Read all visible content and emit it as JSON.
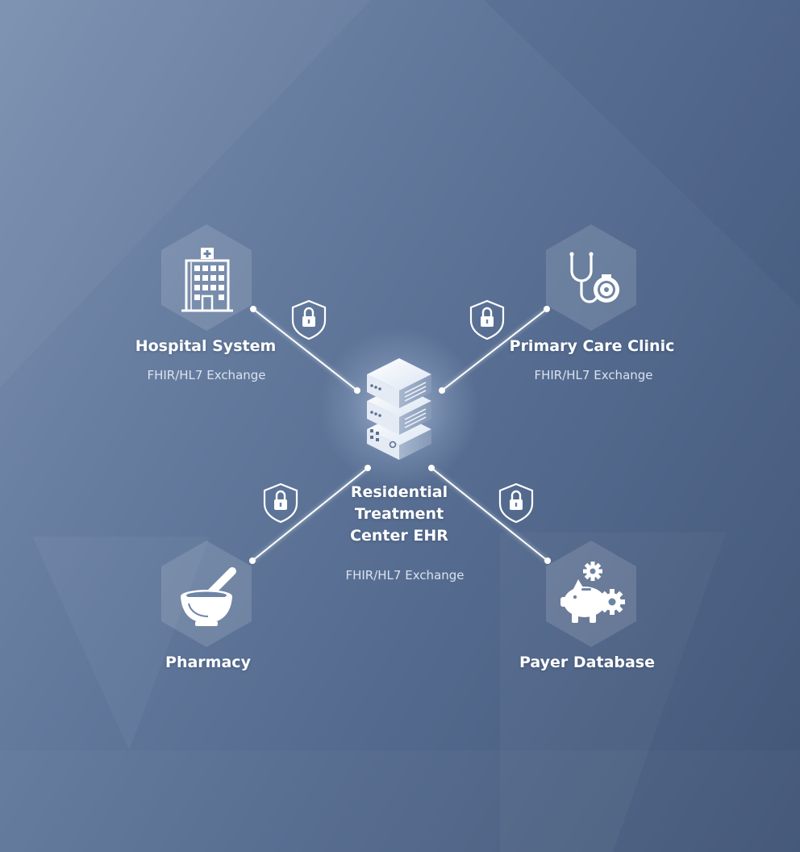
{
  "diagram": {
    "center": {
      "title_lines": [
        "Residential",
        "Treatment",
        "Center EHR"
      ],
      "exchange_label": "FHIR/HL7 Exchange",
      "icon": "server-stack-icon"
    },
    "nodes": [
      {
        "id": "hospital",
        "title": "Hospital System",
        "exchange_label": "FHIR/HL7 Exchange",
        "icon": "hospital-building-icon"
      },
      {
        "id": "clinic",
        "title": "Primary Care Clinic",
        "exchange_label": "FHIR/HL7 Exchange",
        "icon": "stethoscope-icon"
      },
      {
        "id": "pharmacy",
        "title": "Pharmacy",
        "icon": "mortar-pestle-icon"
      },
      {
        "id": "payer",
        "title": "Payer Database",
        "icon": "piggy-bank-gears-icon"
      }
    ],
    "link_icon": "padlock-shield-icon"
  },
  "colors": {
    "background_start": "#7b8fb0",
    "background_end": "#425677",
    "hexagon_fill": "#ffffff",
    "line": "#ffffff",
    "text": "#ffffff"
  }
}
